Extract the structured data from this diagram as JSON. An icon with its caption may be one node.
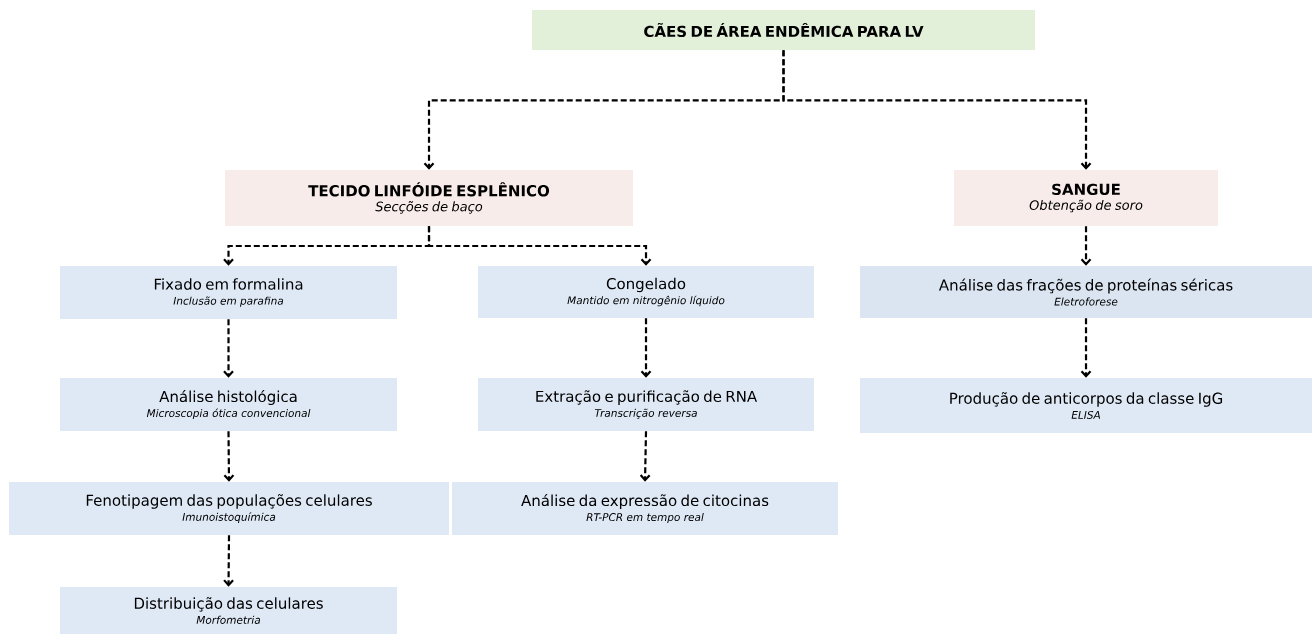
{
  "diagram": {
    "nodes": [
      {
        "text": [
          "CÃES DE ÁREA ENDÊMICA PARA LV"
        ]
      },
      {
        "text": [
          "TECIDO LINFÓIDE ESPLÊNICO",
          "Secções de baço"
        ]
      },
      {
        "text": [
          "SANGUE",
          "Obtenção de soro"
        ]
      },
      {
        "text": [
          "Fixado em formalina",
          "Inclusão em parafina"
        ]
      },
      {
        "text": [
          "Análise histológica",
          "Microscopia ótica convencional"
        ]
      },
      {
        "text": [
          "Fenotipagem das populações celulares",
          "Imunoistoquímica"
        ]
      },
      {
        "text": [
          "Distribuição das celulares",
          "Morfometria"
        ]
      },
      {
        "text": [
          "Congelado",
          "Mantido em nitrogênio líquido"
        ]
      },
      {
        "text": [
          "Extração e purificação de RNA",
          "Transcrição reversa"
        ]
      },
      {
        "text": [
          "Análise da expressão de citocinas",
          "RT-PCR em tempo real"
        ]
      },
      {
        "text": [
          "Análise das frações de proteínas séricas",
          "Eletroforese"
        ]
      },
      {
        "text": [
          "Produção de anticorpos da classe IgG",
          "ELISA"
        ]
      }
    ],
    "edges": [
      {
        "from": 0,
        "to": 1,
        "arrow": "to",
        "style": "dashed"
      },
      {
        "from": 0,
        "to": 2,
        "arrow": "to",
        "style": "dashed"
      },
      {
        "from": 1,
        "to": 3,
        "arrow": "to",
        "style": "dashed"
      },
      {
        "from": 1,
        "to": 7,
        "arrow": "to",
        "style": "dashed"
      },
      {
        "from": 3,
        "to": 4,
        "arrow": "to",
        "style": "dashed"
      },
      {
        "from": 4,
        "to": 5,
        "arrow": "to",
        "style": "dashed"
      },
      {
        "from": 5,
        "to": 6,
        "arrow": "to",
        "style": "dashed"
      },
      {
        "from": 7,
        "to": 8,
        "arrow": "to",
        "style": "dashed"
      },
      {
        "from": 8,
        "to": 9,
        "arrow": "to",
        "style": "dashed"
      },
      {
        "from": 2,
        "to": 10,
        "arrow": "to",
        "style": "dashed"
      },
      {
        "from": 10,
        "to": 11,
        "arrow": "to",
        "style": "dashed"
      }
    ]
  }
}
